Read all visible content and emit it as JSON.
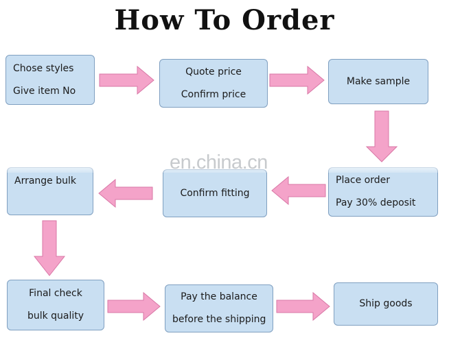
{
  "title": "How To Order",
  "watermark": "en.china.cn",
  "colors": {
    "box_fill": "#c9dff2",
    "box_border": "#7f9fc0",
    "arrow_fill": "#f4a3c9",
    "arrow_stroke": "#d977a6"
  },
  "steps": [
    {
      "lines": [
        "Chose styles",
        "Give item No"
      ]
    },
    {
      "lines": [
        "Quote price",
        "Confirm price"
      ]
    },
    {
      "lines": [
        "Make sample"
      ]
    },
    {
      "lines": [
        "Place order",
        "Pay 30% deposit"
      ]
    },
    {
      "lines": [
        "Confirm fitting"
      ]
    },
    {
      "lines": [
        "Arrange bulk"
      ]
    },
    {
      "lines": [
        "Final check",
        "bulk quality"
      ]
    },
    {
      "lines": [
        "Pay the balance",
        "before the shipping"
      ]
    },
    {
      "lines": [
        "Ship goods"
      ]
    }
  ]
}
